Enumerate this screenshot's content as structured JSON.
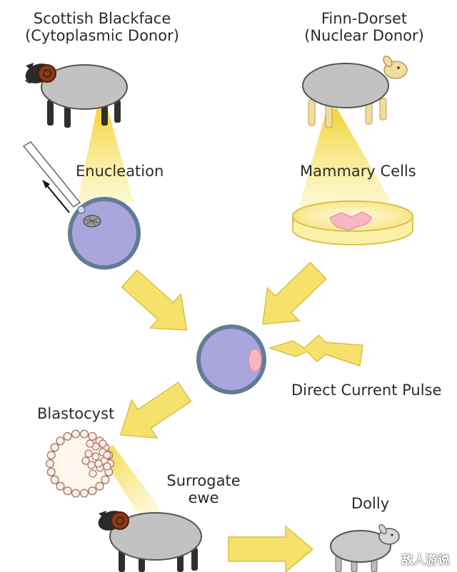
{
  "labels": {
    "donor_left_line1": "Scottish Blackface",
    "donor_left_line2": "(Cytoplasmic Donor)",
    "donor_right_line1": "Finn-Dorset",
    "donor_right_line2": "(Nuclear Donor)",
    "enucleation": "Enucleation",
    "mammary_cells": "Mammary Cells",
    "direct_current_pulse": "Direct Current Pulse",
    "blastocyst": "Blastocyst",
    "surrogate_line1": "Surrogate",
    "surrogate_line2": "ewe",
    "dolly": "Dolly"
  },
  "watermark": "敌人游说",
  "colors": {
    "cell_fill": "#a9a6dd",
    "cell_border": "#5f7d97",
    "arrow_yellow": "#f6e26a",
    "beam_yellow": "#f7e36b",
    "wool_gray": "#c2c2c2",
    "face_dark": "#2a2a2a",
    "horn_brown": "#8b3a1a",
    "finn_face": "#f2dc9c",
    "dish_yellow": "#fbf1a6",
    "tissue_pink": "#f7b6c1"
  }
}
